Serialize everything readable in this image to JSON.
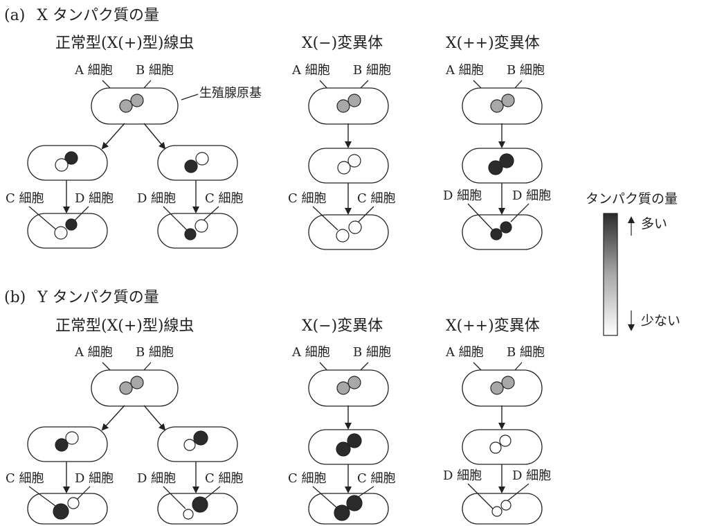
{
  "sections": [
    {
      "label": "(a)",
      "title": "X タンパク質の量"
    },
    {
      "label": "(b)",
      "title": "Y タンパク質の量"
    }
  ],
  "column_titles": [
    "正常型(X(+)型)線虫",
    "X(−)変異体",
    "X(++)変異体"
  ],
  "cell_labels": {
    "a": "A 細胞",
    "b": "B 細胞",
    "c": "C 細胞",
    "d": "D 細胞"
  },
  "primordium_label": "生殖腺原基",
  "legend": {
    "title": "タンパク質の量",
    "high": "多い",
    "low": "少ない"
  },
  "colors": {
    "high": "#2b2b2b",
    "mid": "#a8a8a8",
    "low": "#ffffff"
  },
  "protein_levels": {
    "X": {
      "normal": {
        "A": "mid",
        "B": "mid",
        "left_stage2": [
          "high",
          "low"
        ],
        "left_C": "low",
        "left_D": "high",
        "right_stage2": [
          "high",
          "low"
        ],
        "right_D": "high",
        "right_C": "low"
      },
      "minus": {
        "A": "mid",
        "B": "mid",
        "C": "low",
        "C2": "low"
      },
      "plusplus": {
        "A": "mid",
        "B": "mid",
        "D": "high",
        "D2": "high"
      }
    },
    "Y": {
      "normal": {
        "A": "mid",
        "B": "mid",
        "left_stage2": [
          "high",
          "low"
        ],
        "left_C": "high",
        "left_D": "low",
        "right_stage2": [
          "low",
          "high"
        ],
        "right_D": "low",
        "right_C": "high"
      },
      "minus": {
        "A": "mid",
        "B": "mid",
        "C": "high",
        "C2": "high"
      },
      "plusplus": {
        "A": "mid",
        "B": "mid",
        "D": "low",
        "D2": "low"
      }
    }
  }
}
